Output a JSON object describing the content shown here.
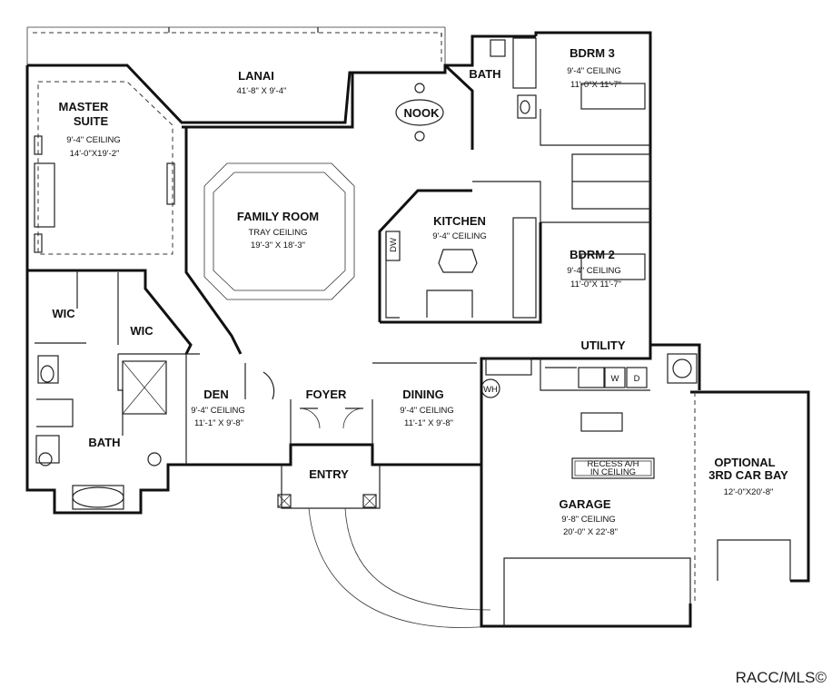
{
  "rooms": {
    "lanai": {
      "name": "LANAI",
      "dims": "41'-8\" X 9'-4\""
    },
    "master": {
      "name1": "MASTER",
      "name2": "SUITE",
      "ceiling": "9'-4\" CEILING",
      "dims": "14'-0\"X19'-2\""
    },
    "family": {
      "name": "FAMILY ROOM",
      "ceiling": "TRAY CEILING",
      "dims": "19'-3\" X 18'-3\""
    },
    "nook": {
      "name": "NOOK"
    },
    "bath_top": {
      "name": "BATH"
    },
    "bdrm3": {
      "name": "BDRM 3",
      "ceiling": "9'-4\" CEILING",
      "dims": "11'-0\"X 11'-7\""
    },
    "kitchen": {
      "name": "KITCHEN",
      "ceiling": "9'-4\" CEILING",
      "dw": "DW"
    },
    "bdrm2": {
      "name": "BDRM 2",
      "ceiling": "9'-4\" CEILING",
      "dims": "11'-0\"X 11'-7\""
    },
    "wic1": {
      "name": "WIC"
    },
    "wic2": {
      "name": "WIC"
    },
    "utility": {
      "name": "UTILITY",
      "w": "W",
      "d": "D"
    },
    "den": {
      "name": "DEN",
      "ceiling": "9'-4\" CEILING",
      "dims": "11'-1\" X 9'-8\""
    },
    "foyer": {
      "name": "FOYER"
    },
    "dining": {
      "name": "DINING",
      "ceiling": "9'-4\" CEILING",
      "dims": "11'-1\" X 9'-8\""
    },
    "wh": {
      "name": "WH"
    },
    "bath_master": {
      "name": "BATH"
    },
    "entry": {
      "name": "ENTRY"
    },
    "garage": {
      "name": "GARAGE",
      "ceiling": "9'-8\" CEILING",
      "dims": "20'-0\" X 22'-8\"",
      "recess1": "RECESS A/H",
      "recess2": "IN CEILING"
    },
    "bay3": {
      "name1": "OPTIONAL",
      "name2": "3RD CAR BAY",
      "dims": "12'-0\"X20'-8\""
    }
  },
  "watermark": "RACC/MLS©"
}
